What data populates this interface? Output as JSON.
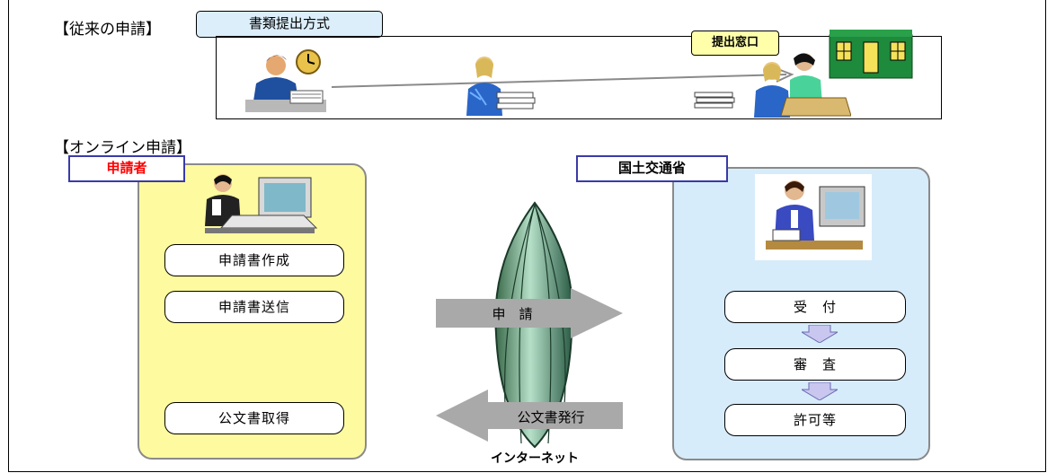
{
  "traditional": {
    "heading": "【従来の申請】",
    "tab_label": "書類提出方式",
    "window_label": "提出窓口"
  },
  "online": {
    "heading": "【オンライン申請】",
    "applicant": {
      "label": "申請者",
      "steps": [
        "申請書作成",
        "申請書送信",
        "公文書取得"
      ]
    },
    "ministry": {
      "label": "国土交通省",
      "steps": [
        "受　付",
        "審　査",
        "許可等"
      ]
    },
    "arrows": {
      "to_ministry": "申　請",
      "to_applicant": "公文書発行"
    },
    "network_label": "インターネット"
  },
  "colors": {
    "applicant_zone": "#fdfaa0",
    "ministry_zone": "#d7ecfa",
    "label_border": "#3a3aa8",
    "applicant_label_text": "#ff0000",
    "arrow_gray": "#a9a9a9",
    "step_arrow": "#c9c6f0"
  },
  "icons": [
    "person-at-desk-icon",
    "clock-icon",
    "papers-icon",
    "clerk-icon",
    "building-icon",
    "computer-user-icon",
    "internet-cocoon-icon"
  ]
}
